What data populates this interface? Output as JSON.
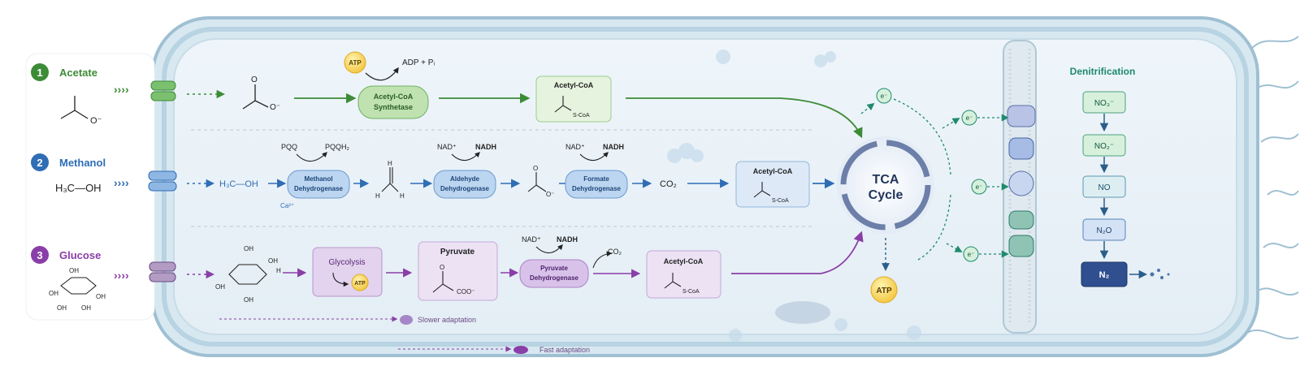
{
  "substrates": [
    {
      "num": "1",
      "name": "Acetate",
      "color": "#3d8b37"
    },
    {
      "num": "2",
      "name": "Methanol",
      "color": "#2f6db5",
      "formula": "H₃C—OH"
    },
    {
      "num": "3",
      "name": "Glucose",
      "color": "#8a3ea8"
    }
  ],
  "acetate_path": {
    "atp": "ATP",
    "adp": "ADP + Pᵢ",
    "enzyme_line1": "Acetyl-CoA",
    "enzyme_line2": "Synthetase",
    "product": "Acetyl-CoA",
    "scoa": "S-CoA",
    "o_minus": "O⁻",
    "o": "O"
  },
  "methanol_path": {
    "substrate": "H₃C—OH",
    "pqq": "PQQ",
    "pqqh2": "PQQH₂",
    "enzyme1_line1": "Methanol",
    "enzyme1_line2": "Dehydrogenase",
    "ca": "Ca²⁺",
    "h": "H",
    "c": "C",
    "nad": "NAD⁺",
    "nadh": "NADH",
    "enzyme2_line1": "Aldehyde",
    "enzyme2_line2": "Dehydrogenase",
    "enzyme3_line1": "Formate",
    "enzyme3_line2": "Dehydrogenase",
    "co2": "CO₂",
    "product": "Acetyl-CoA",
    "scoa": "S-CoA",
    "o_minus": "O⁻",
    "o": "O"
  },
  "glucose_path": {
    "oh": "OH",
    "h": "H",
    "glycolysis": "Glycolysis",
    "atp": "ATP",
    "pyruvate": "Pyruvate",
    "coo": "COO⁻",
    "o": "O",
    "nad": "NAD⁺",
    "nadh": "NADH",
    "enzyme_line1": "Pyruvate",
    "enzyme_line2": "Dehydrogenase",
    "co2": "CO₂",
    "product": "Acetyl-CoA",
    "scoa": "S-CoA"
  },
  "tca": {
    "line1": "TCA",
    "line2": "Cycle",
    "atp": "ATP",
    "electron": "e⁻"
  },
  "denitrification": {
    "title": "Denitrification",
    "steps": [
      "NO₃⁻",
      "NO₂⁻",
      "NO",
      "N₂O",
      "N₂"
    ]
  },
  "adaptation": {
    "slow": "Slower adaptation",
    "fast": "Fast adaptation"
  },
  "colors": {
    "acetate": "#3d8b37",
    "methanol": "#2f6db5",
    "glucose": "#8a3ea8",
    "denitrification": "#1e8a6e",
    "cell_wall": "#a9c9da"
  }
}
